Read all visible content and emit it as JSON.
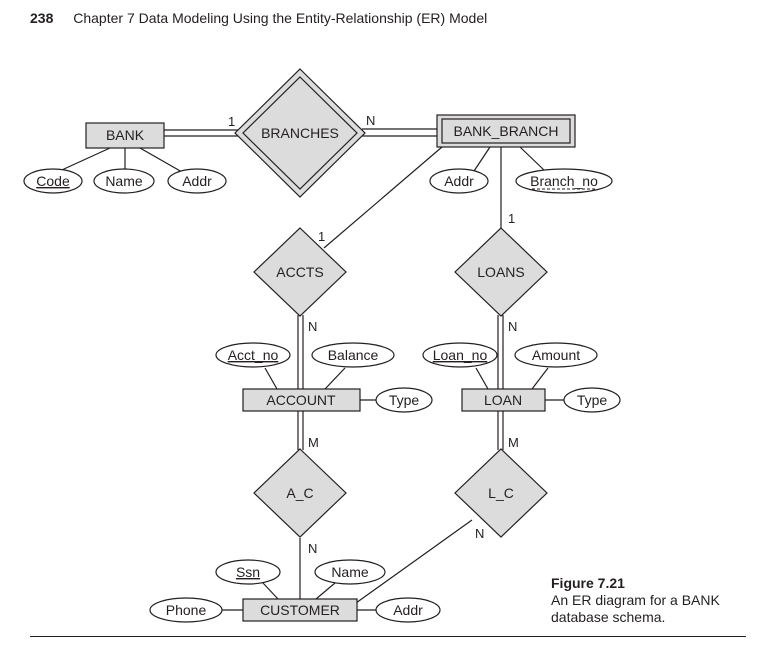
{
  "page": {
    "number": "238",
    "chapter": "Chapter 7  Data Modeling Using the Entity-Relationship (ER) Model"
  },
  "figure": {
    "label": "Figure 7.21",
    "caption": "An ER diagram for a BANK database schema."
  },
  "diagram": {
    "entities": {
      "bank": "BANK",
      "bank_branch": "BANK_BRANCH",
      "account": "ACCOUNT",
      "loan": "LOAN",
      "customer": "CUSTOMER"
    },
    "relationships": {
      "branches": "BRANCHES",
      "accts": "ACCTS",
      "loans": "LOANS",
      "a_c": "A_C",
      "l_c": "L_C"
    },
    "attributes": {
      "bank_code": "Code",
      "bank_name": "Name",
      "bank_addr": "Addr",
      "branch_addr": "Addr",
      "branch_no": "Branch_no",
      "acct_no": "Acct_no",
      "balance": "Balance",
      "account_type": "Type",
      "loan_no": "Loan_no",
      "amount": "Amount",
      "loan_type": "Type",
      "ssn": "Ssn",
      "customer_name": "Name",
      "phone": "Phone",
      "customer_addr": "Addr"
    },
    "cardinalities": {
      "branches_bank": "1",
      "branches_branch": "N",
      "accts_branch": "1",
      "accts_account": "N",
      "loans_branch": "1",
      "loans_loan": "N",
      "ac_account": "M",
      "ac_customer": "N",
      "lc_loan": "M",
      "lc_customer": "N"
    }
  }
}
